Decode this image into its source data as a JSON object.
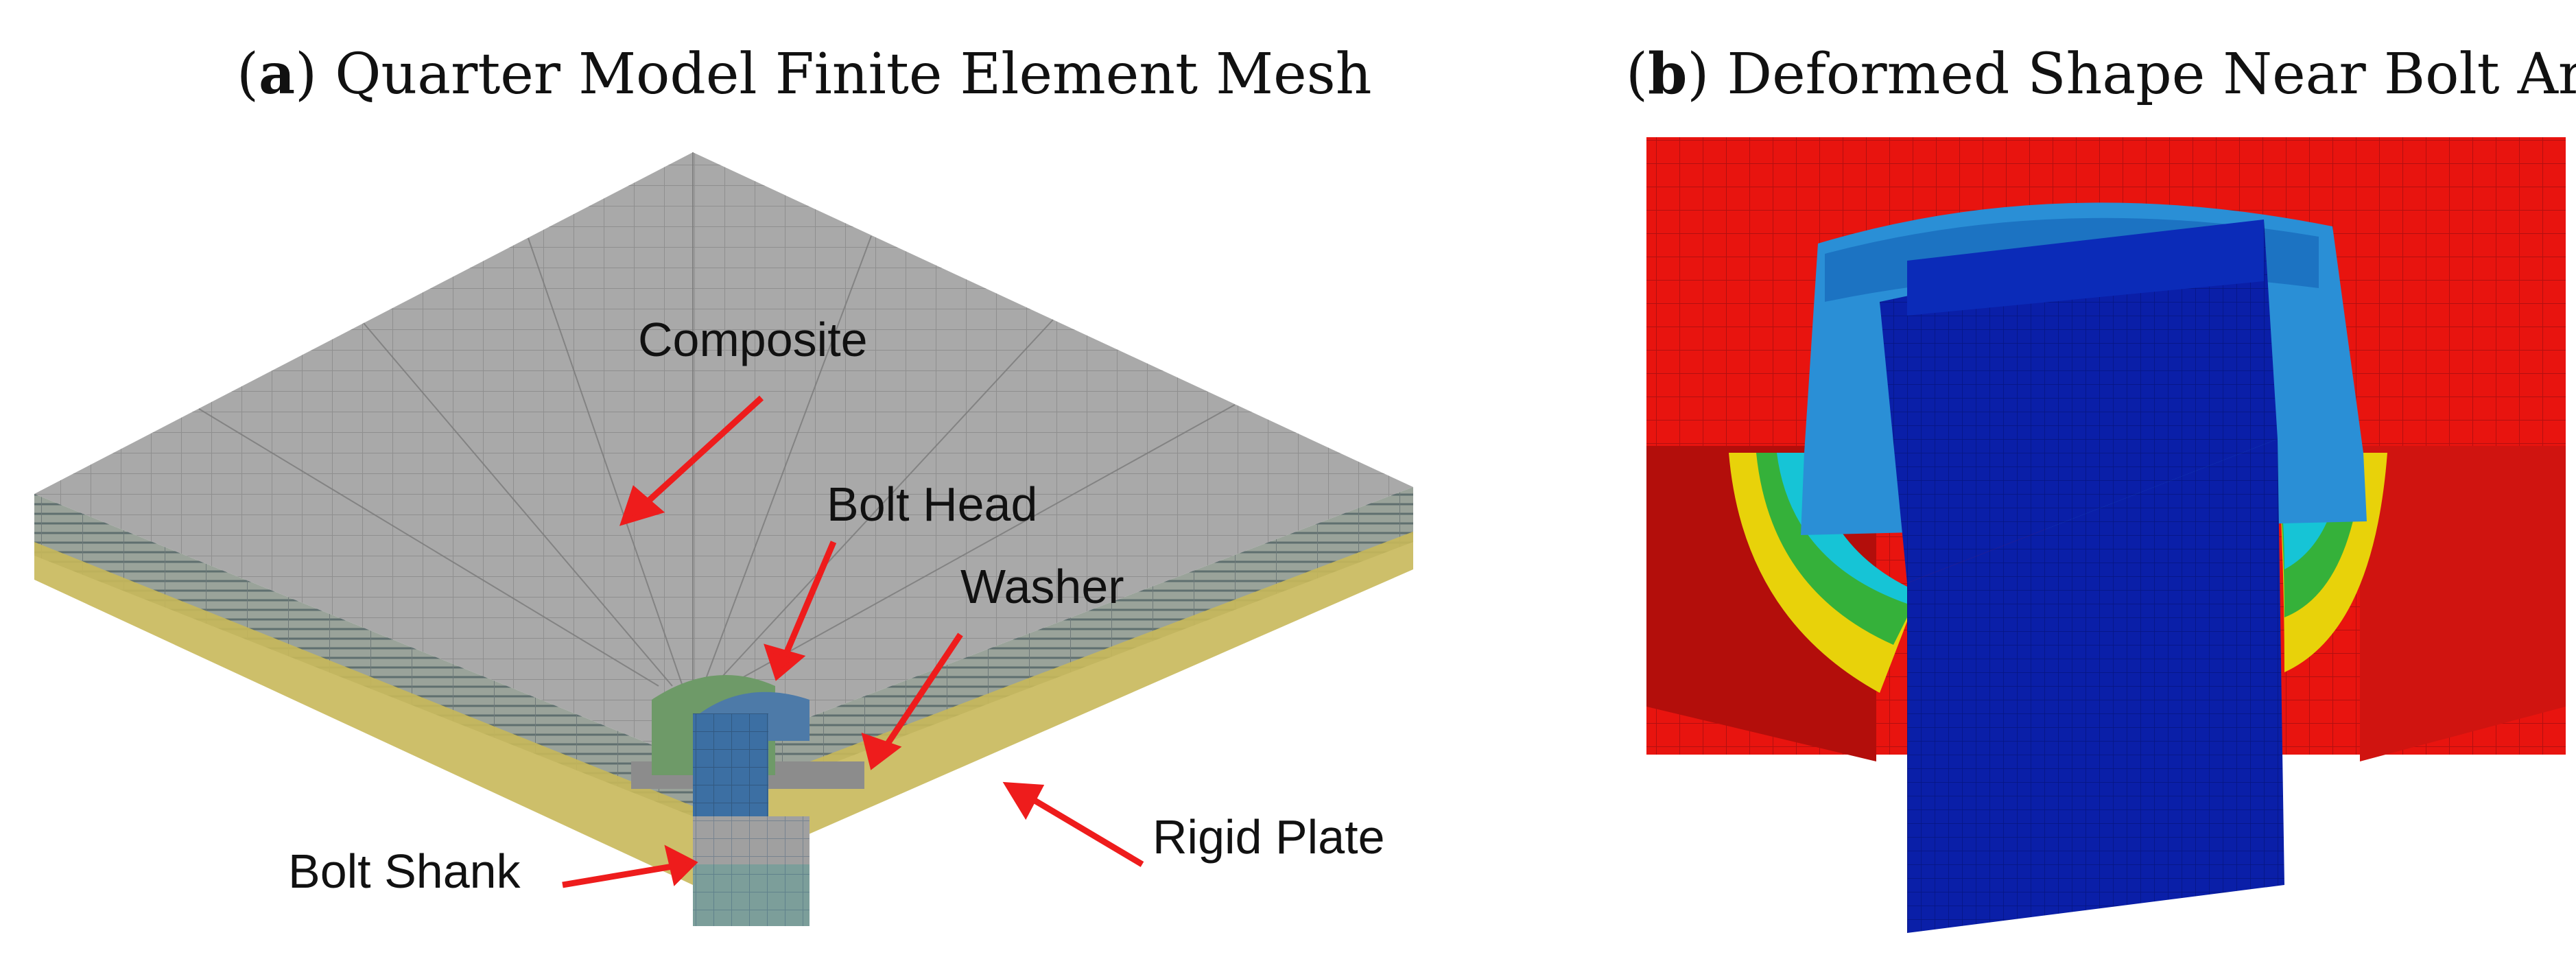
{
  "panel_a": {
    "caption_letter": "a",
    "caption_title": "Quarter Model Finite Element Mesh",
    "labels": {
      "composite": "Composite",
      "bolt_head": "Bolt Head",
      "washer": "Washer",
      "bolt_shank": "Bolt Shank",
      "rigid_plate": "Rigid Plate"
    }
  },
  "panel_b": {
    "caption_letter": "b",
    "caption_title": "Deformed Shape Near Bolt Area"
  },
  "colors": {
    "arrow": "#ee1c1c",
    "mesh_top": "#a9a9a9",
    "rigid_plate": "#c8b85a",
    "bolt_blue": "#3c6fa3",
    "bolt_green": "#6e9a68",
    "contour_red": "#e8140f",
    "contour_deep_blue": "#0a1fa8",
    "contour_light_blue": "#2a8fd6"
  }
}
